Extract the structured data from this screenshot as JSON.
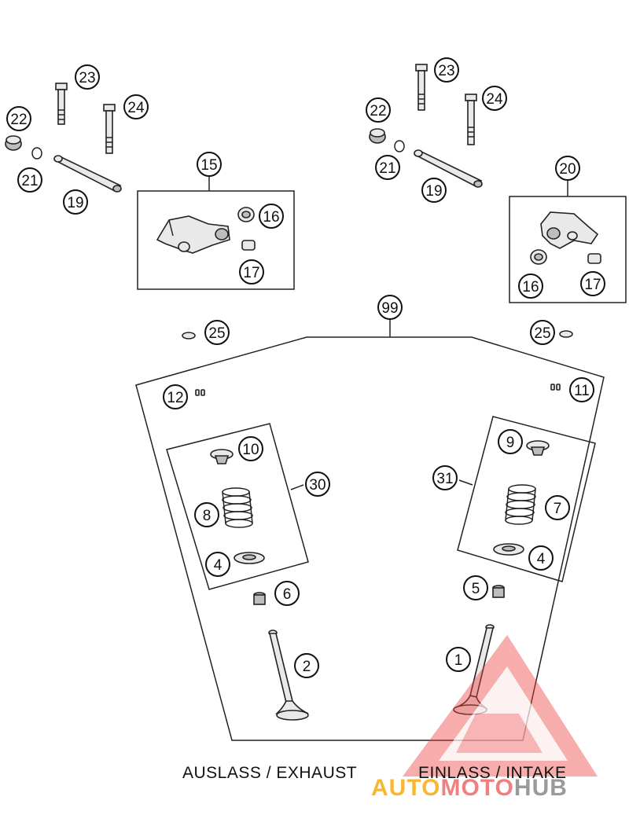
{
  "labels": {
    "exhaust": "AUSLASS / EXHAUST",
    "intake": "EINLASS / INTAKE"
  },
  "callouts": {
    "n1": "1",
    "n2": "2",
    "n4a": "4",
    "n4b": "4",
    "n5": "5",
    "n6": "6",
    "n7": "7",
    "n8": "8",
    "n9": "9",
    "n10": "10",
    "n11": "11",
    "n12": "12",
    "n15": "15",
    "n16a": "16",
    "n16b": "16",
    "n17a": "17",
    "n17b": "17",
    "n19a": "19",
    "n19b": "19",
    "n20": "20",
    "n21a": "21",
    "n21b": "21",
    "n22a": "22",
    "n22b": "22",
    "n23a": "23",
    "n23b": "23",
    "n24a": "24",
    "n24b": "24",
    "n25a": "25",
    "n25b": "25",
    "n30": "30",
    "n31": "31",
    "n99": "99"
  },
  "watermark": {
    "part1": "AUTO",
    "part2": "MOTO",
    "part3": "HUB",
    "color_part1": "#f7b733",
    "color_part2": "#f08080",
    "color_part3": "#9a9a9a",
    "logo_color": "#ee4444"
  }
}
